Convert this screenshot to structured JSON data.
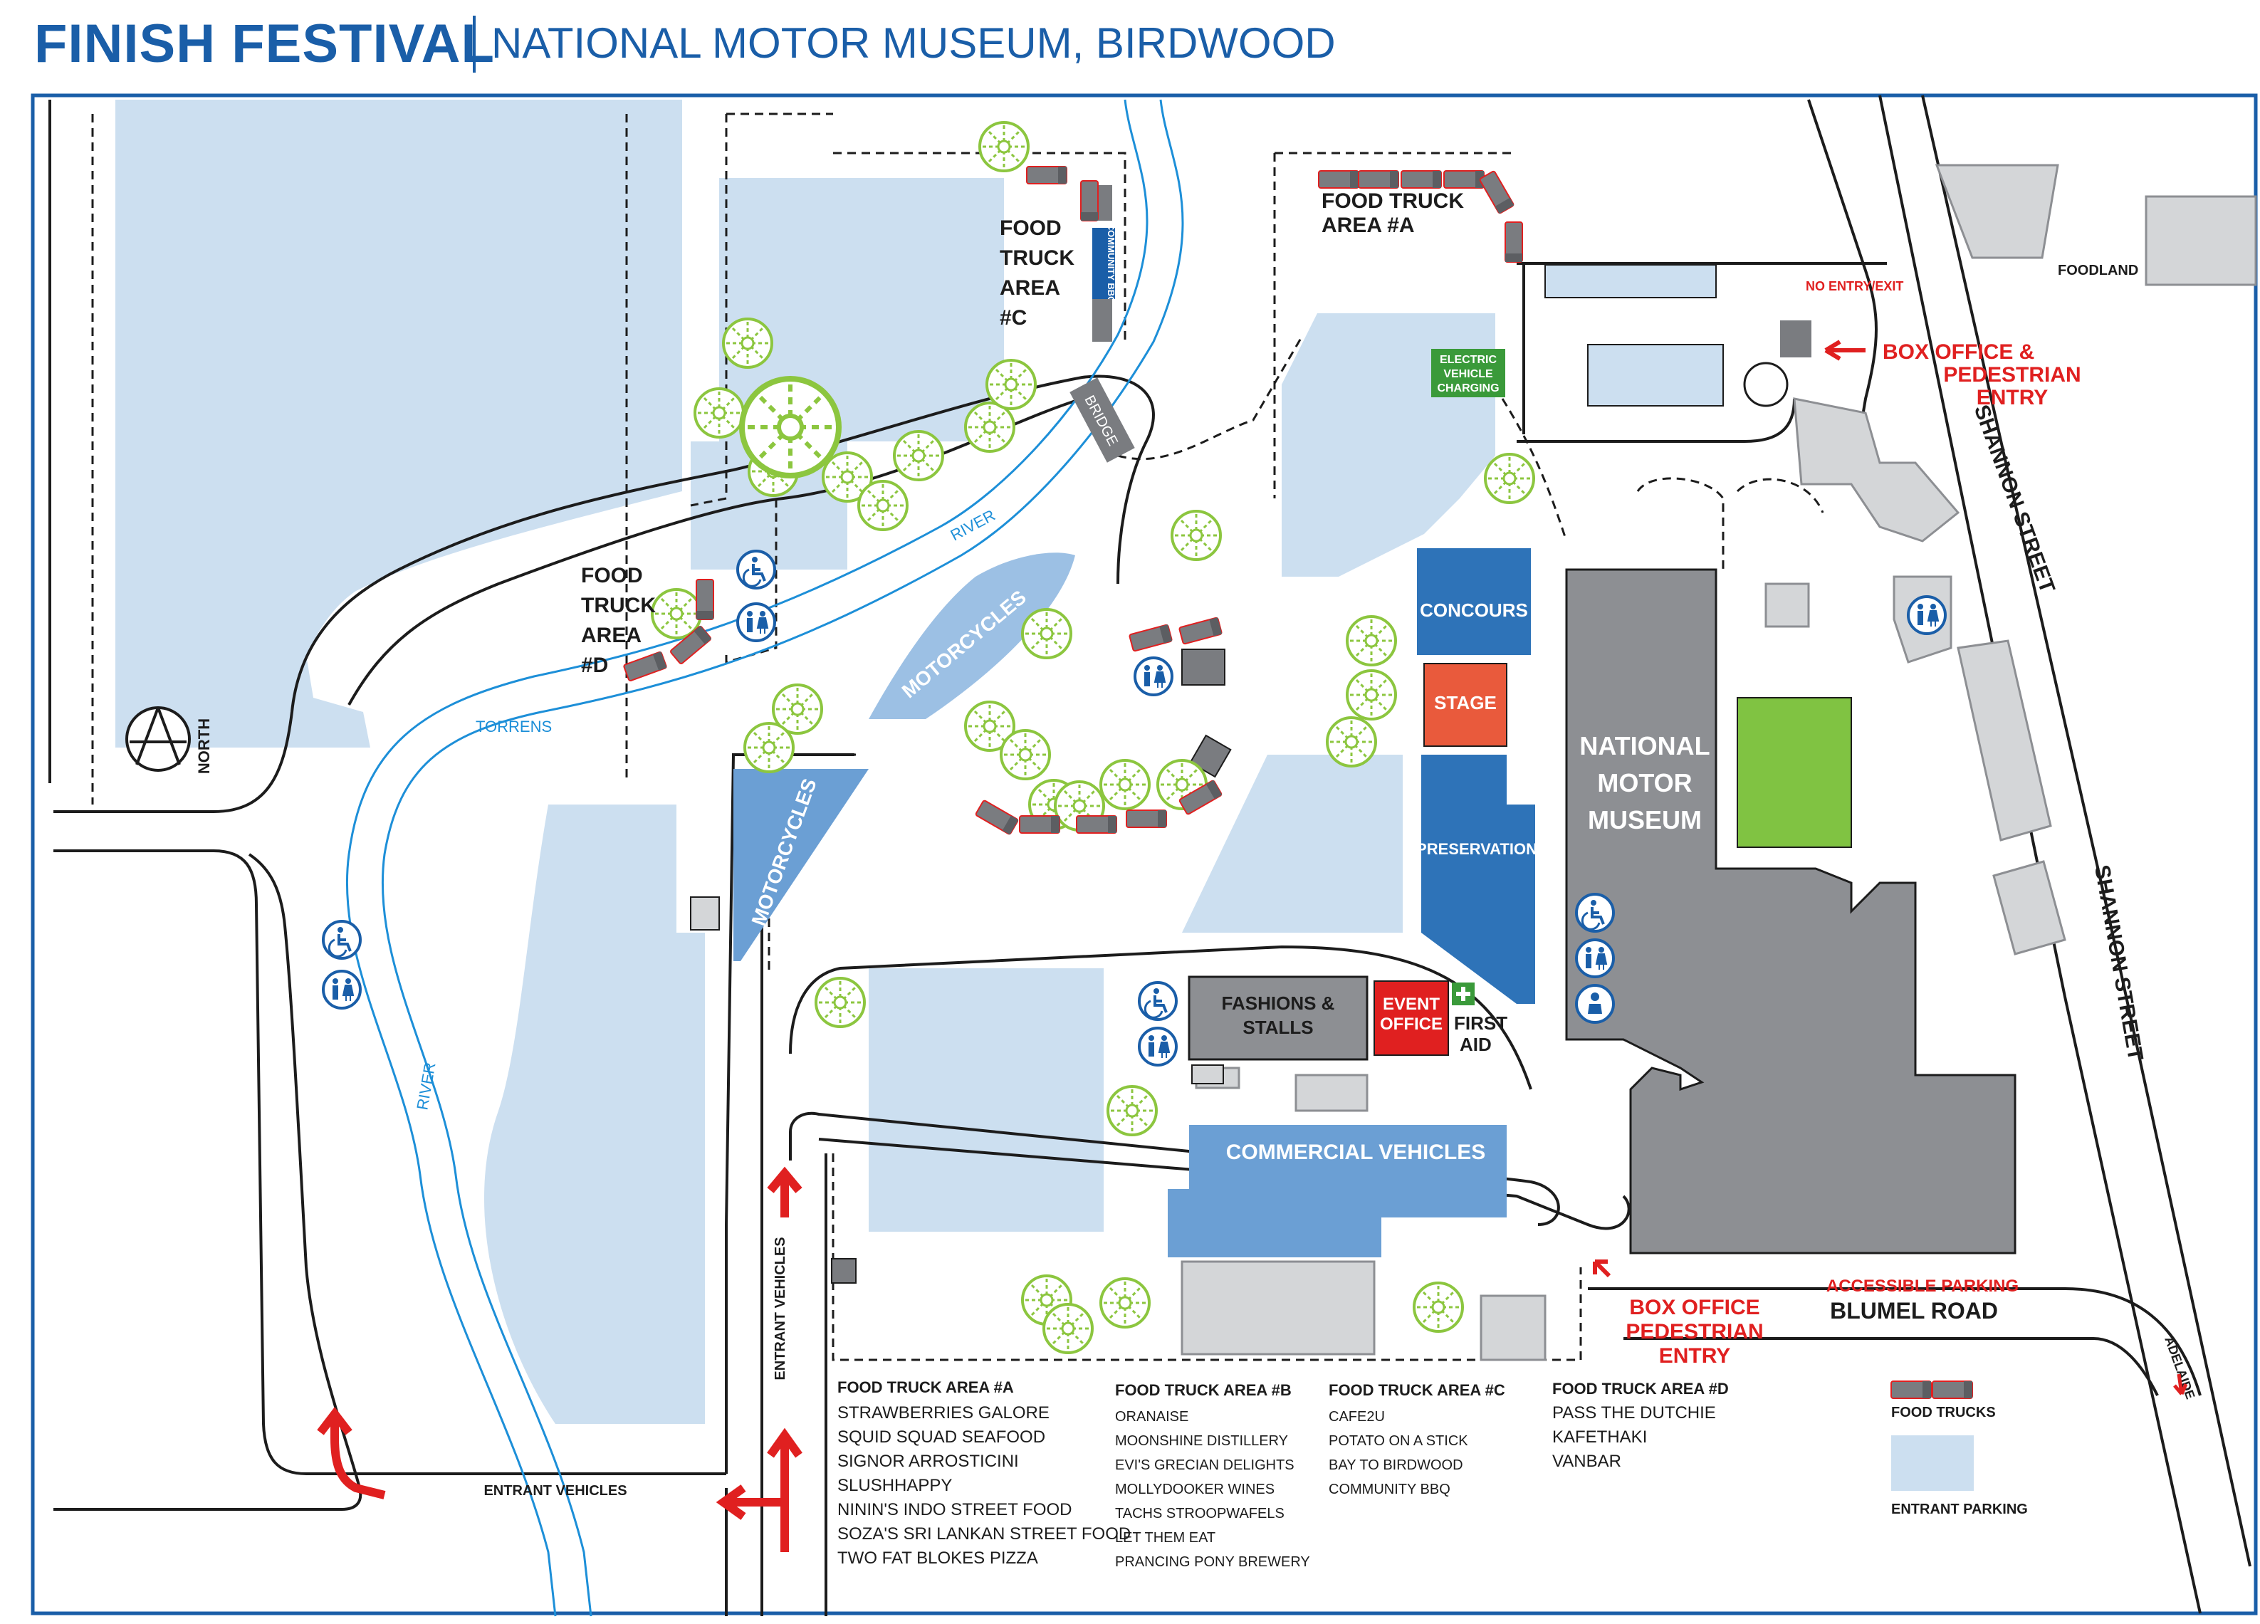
{
  "header": {
    "title": "FINISH FESTIVAL",
    "subtitle": "NATIONAL MOTOR MUSEUM, BIRDWOOD"
  },
  "colors": {
    "brand_blue": "#1a5ea8",
    "parking": "#ccdff0",
    "zone_blue": "#2e73b8",
    "zone_mid_blue": "#6b9fd4",
    "zone_light_blue": "#9cc0e4",
    "museum_gray": "#8d8f93",
    "building_gray": "#d4d6d8",
    "stage_red": "#e95a3c",
    "event_red": "#e02020",
    "lawn_green": "#80c342",
    "ev_green": "#3a9a3a",
    "tree_green": "#8cc63f",
    "river": "#1d8fd8",
    "arrow_red": "#e02020"
  },
  "map": {
    "compass_label": "NORTH",
    "compass_icon": "compass-north-icon",
    "river_labels": [
      "RIVER",
      "TORRENS",
      "RIVER"
    ],
    "bridge_label": "BRIDGE",
    "food_truck_areas": {
      "a": "FOOD TRUCK AREA #A",
      "c": [
        "FOOD",
        "TRUCK",
        "AREA",
        "#C"
      ],
      "d": [
        "FOOD",
        "TRUCK",
        "AREA",
        "#D"
      ]
    },
    "community_bbq": "COMMUNITY BBQ",
    "ev_charging": [
      "ELECTRIC",
      "VEHICLE",
      "CHARGING"
    ],
    "no_entry": "NO ENTRY/EXIT",
    "foodland": "FOODLAND",
    "box_office_top": [
      "BOX OFFICE &",
      "PEDESTRIAN",
      "ENTRY"
    ],
    "box_office_bottom": [
      "BOX OFFICE",
      "PEDESTRIAN",
      "ENTRY"
    ],
    "shannon_street": "SHANNON STREET",
    "motorcycles": "MOTORCYCLES",
    "concours": "CONCOURS",
    "stage": "STAGE",
    "preservation": "PRESERVATION",
    "museum": [
      "NATIONAL",
      "MOTOR",
      "MUSEUM"
    ],
    "fashions": [
      "FASHIONS &",
      "STALLS"
    ],
    "event_office": [
      "EVENT",
      "OFFICE"
    ],
    "first_aid": [
      "FIRST",
      "AID"
    ],
    "commercial_vehicles": "COMMERCIAL VEHICLES",
    "accessible_parking": "ACCESSIBLE PARKING",
    "blumel_road": "BLUMEL ROAD",
    "adelaide": "ADELAIDE",
    "entrant_vehicles_vertical": "ENTRANT VEHICLES",
    "entrant_vehicles_horizontal": "ENTRANT  VEHICLES"
  },
  "vendors": [
    {
      "heading": "FOOD TRUCK AREA #A",
      "items": [
        "STRAWBERRIES GALORE",
        "SQUID SQUAD SEAFOOD",
        "SIGNOR ARROSTICINI",
        "SLUSHHAPPY",
        "NININ'S INDO STREET FOOD",
        "SOZA'S SRI LANKAN STREET FOOD",
        "TWO FAT BLOKES PIZZA"
      ]
    },
    {
      "heading": "FOOD TRUCK AREA #B",
      "items": [
        "ORANAISE",
        "MOONSHINE DISTILLERY",
        "EVI'S GRECIAN DELIGHTS",
        "MOLLYDOOKER WINES",
        "TACHS STROOPWAFELS",
        "LET THEM EAT",
        "PRANCING PONY BREWERY"
      ]
    },
    {
      "heading": "FOOD TRUCK AREA #C",
      "items": [
        "CAFE2U",
        "POTATO ON A STICK",
        "BAY TO BIRDWOOD",
        "COMMUNITY BBQ"
      ]
    },
    {
      "heading": "FOOD TRUCK AREA #D",
      "items": [
        "PASS THE DUTCHIE",
        "KAFETHAKI",
        "VANBAR"
      ]
    }
  ],
  "legend": {
    "food_trucks": "FOOD TRUCKS",
    "entrant_parking": "ENTRANT  PARKING"
  },
  "icons": [
    "accessible-icon",
    "toilets-icon",
    "baby-change-icon",
    "first-aid-icon",
    "food-truck-icon",
    "tree-icon",
    "entry-arrow-icon"
  ]
}
